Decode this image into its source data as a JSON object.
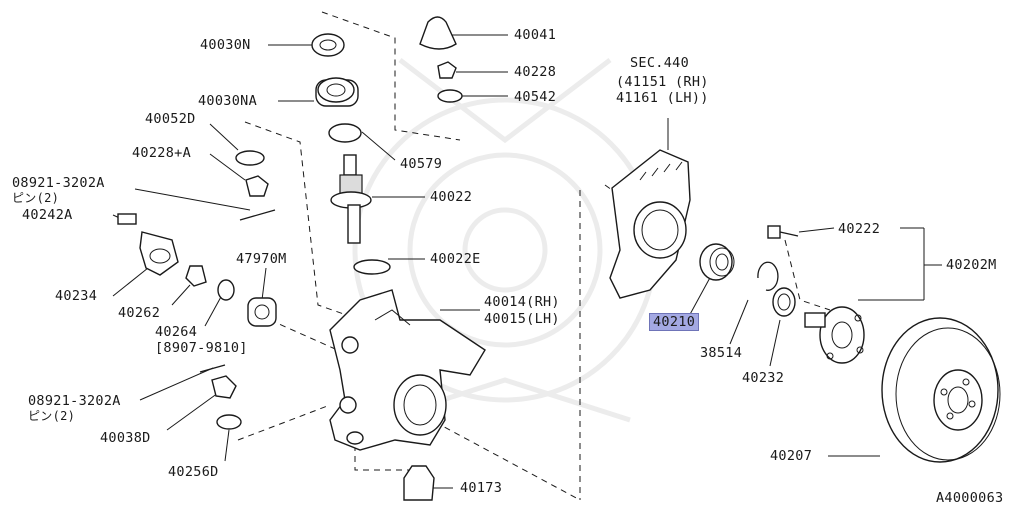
{
  "diagram": {
    "section_ref": {
      "title": "SEC.440",
      "line_rh": "(41151 (RH)",
      "line_lh": " 41161 (LH))"
    },
    "figure_id": "A4000063",
    "highlight_color": "#a4a9e3",
    "labels": {
      "p40030N": "40030N",
      "p40030NA": "40030NA",
      "p40052D": "40052D",
      "p40228A": "40228+A",
      "p08921a": "08921-3202A",
      "p08921a_sub": "ピン(2)",
      "p40242A": "40242A",
      "p40234": "40234",
      "p40262": "40262",
      "p40264": "40264",
      "p40264_range": "[8907-9810]",
      "p47970M": "47970M",
      "p08921b": "08921-3202A",
      "p08921b_sub": "ピン(2)",
      "p40038D": "40038D",
      "p40256D": "40256D",
      "p40041": "40041",
      "p40228": "40228",
      "p40542": "40542",
      "p40579": "40579",
      "p40022": "40022",
      "p40022E": "40022E",
      "p40014": "40014(RH)",
      "p40015": "40015(LH)",
      "p40173": "40173",
      "p40210": "40210",
      "p38514": "38514",
      "p40232": "40232",
      "p40222": "40222",
      "p40202M": "40202M",
      "p40207": "40207"
    }
  }
}
